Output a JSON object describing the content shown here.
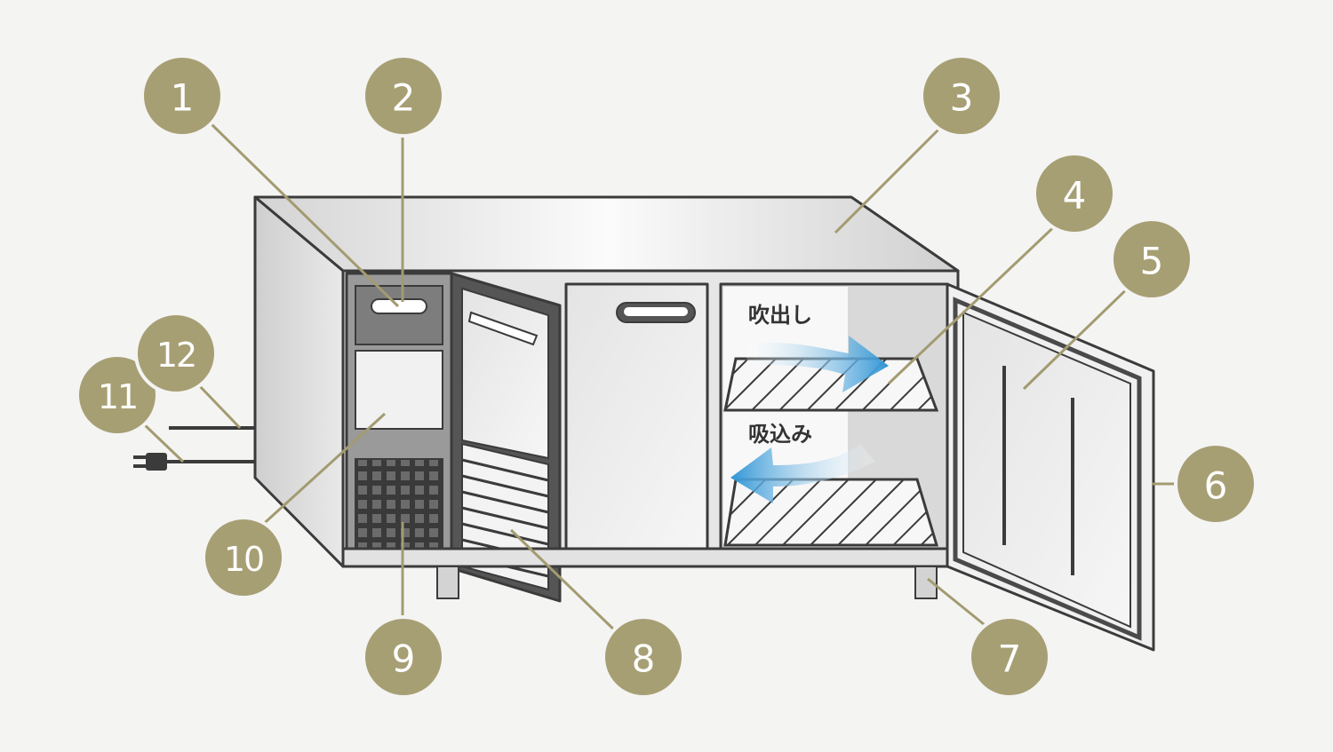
{
  "labels": {
    "outlet": "吹出し",
    "inlet": "吸込み"
  },
  "callouts": [
    {
      "id": "1",
      "text": "1"
    },
    {
      "id": "2",
      "text": "2"
    },
    {
      "id": "3",
      "text": "3"
    },
    {
      "id": "4",
      "text": "4"
    },
    {
      "id": "5",
      "text": "5"
    },
    {
      "id": "6",
      "text": "6"
    },
    {
      "id": "7",
      "text": "7"
    },
    {
      "id": "8",
      "text": "8"
    },
    {
      "id": "9",
      "text": "9"
    },
    {
      "id": "10",
      "text": "10"
    },
    {
      "id": "11",
      "text": "11"
    },
    {
      "id": "12",
      "text": "12"
    }
  ],
  "colors": {
    "callout_fill": "#a79f74",
    "callout_ring": "#f4f4f3",
    "airflow": "#2f95d6",
    "outline": "#3b3b3b",
    "steel_light": "#eeeeee",
    "steel_mid": "#d6d6d6"
  }
}
